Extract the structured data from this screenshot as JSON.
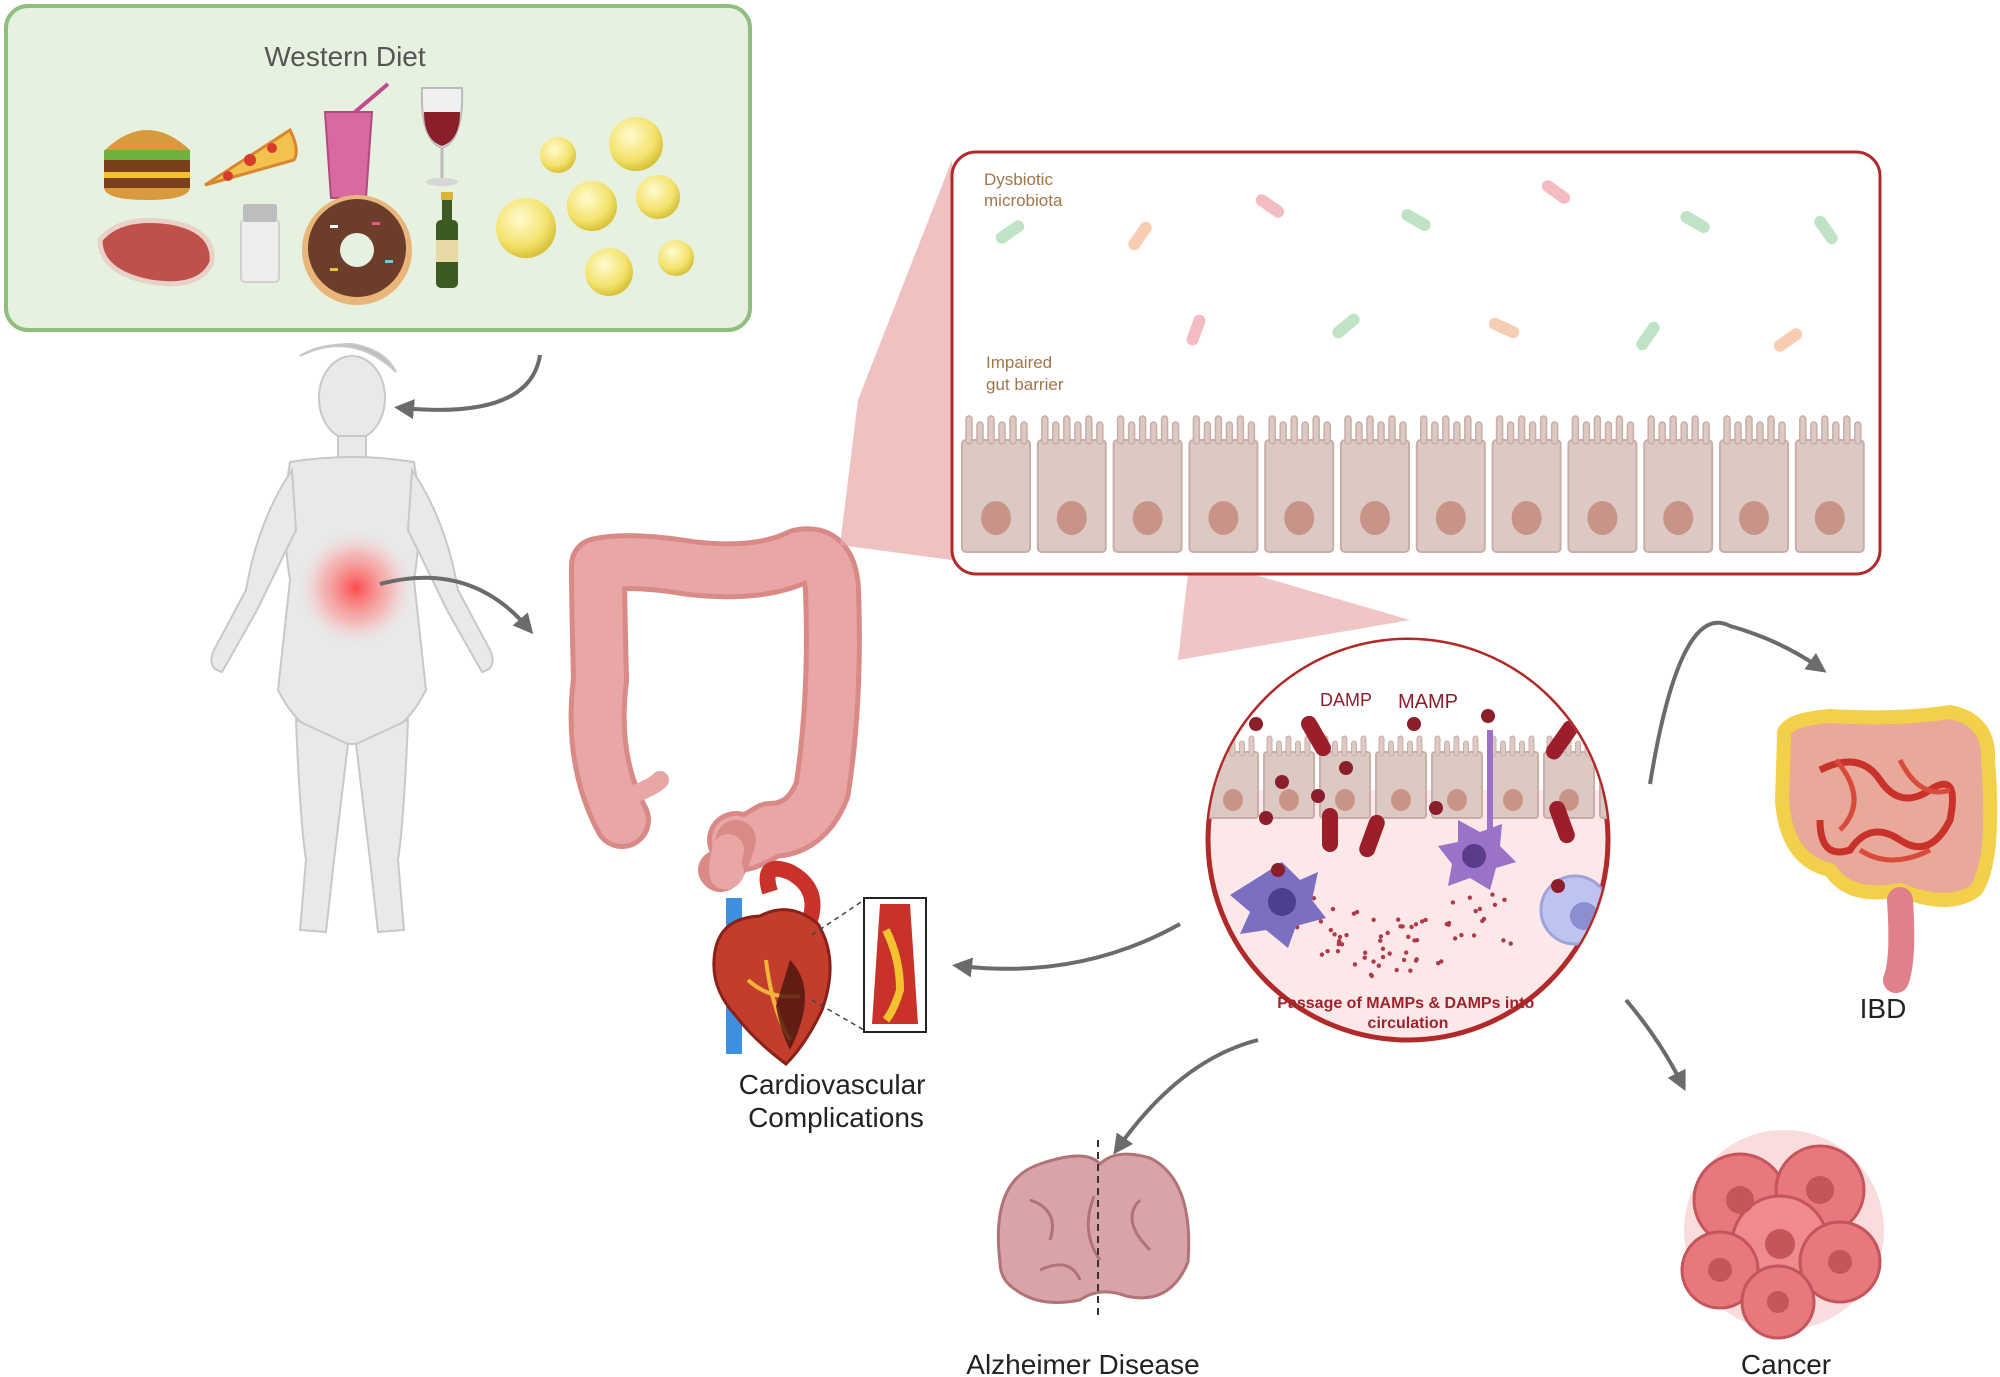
{
  "diet": {
    "title": "Western Diet"
  },
  "zoom": {
    "microbiota_label": [
      "Dysbiotic",
      "microbiota"
    ],
    "barrier_label": [
      "Impaired",
      "gut barrier"
    ]
  },
  "circle": {
    "damp": "DAMP",
    "mamp": "MAMP",
    "caption": [
      "Passage of MAMPs & DAMPs into",
      "circulation"
    ]
  },
  "outcomes": {
    "cardio": [
      "Cardiovascular",
      "Complications"
    ],
    "alzheimer": "Alzheimer Disease",
    "ibd": "IBD",
    "cancer": "Cancer"
  },
  "colors": {
    "diet_box_fill": "#e6f2df",
    "diet_box_stroke": "#8fbf7f",
    "accent_red": "#b02a2a",
    "tissue_pink": "#e8a6a6",
    "cell_fill": "#ddc9c3",
    "nucleus": "#c99488",
    "text_gray": "#555555",
    "label_brown": "#a0764a",
    "arrow_gray": "#6b6b6b"
  }
}
